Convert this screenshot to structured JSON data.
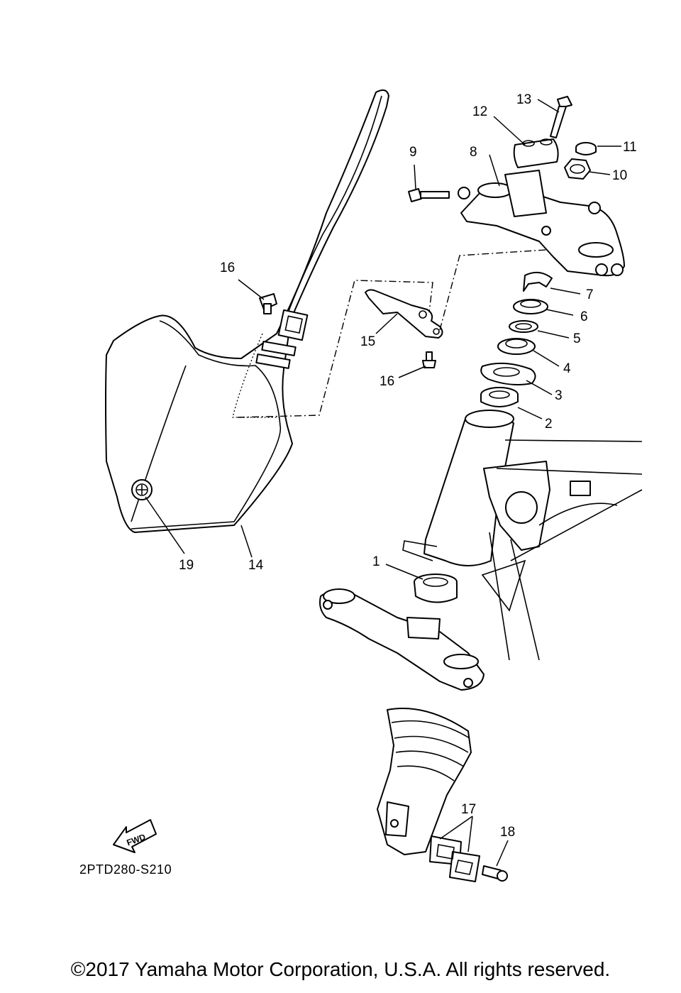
{
  "diagram": {
    "callouts": [
      {
        "id": "1",
        "text": "1"
      },
      {
        "id": "2",
        "text": "2"
      },
      {
        "id": "3",
        "text": "3"
      },
      {
        "id": "4",
        "text": "4"
      },
      {
        "id": "5",
        "text": "5"
      },
      {
        "id": "6",
        "text": "6"
      },
      {
        "id": "7",
        "text": "7"
      },
      {
        "id": "8",
        "text": "8"
      },
      {
        "id": "9",
        "text": "9"
      },
      {
        "id": "10",
        "text": "10"
      },
      {
        "id": "11",
        "text": "11"
      },
      {
        "id": "12",
        "text": "12"
      },
      {
        "id": "13",
        "text": "13"
      },
      {
        "id": "14",
        "text": "14"
      },
      {
        "id": "15",
        "text": "15"
      },
      {
        "id": "16a",
        "text": "16"
      },
      {
        "id": "16b",
        "text": "16"
      },
      {
        "id": "17",
        "text": "17"
      },
      {
        "id": "18",
        "text": "18"
      },
      {
        "id": "19",
        "text": "19"
      }
    ],
    "fwd_label": "FWD",
    "drawing_code": "2PTD280-S210",
    "copyright": "©2017 Yamaha Motor Corporation, U.S.A. All rights reserved."
  }
}
